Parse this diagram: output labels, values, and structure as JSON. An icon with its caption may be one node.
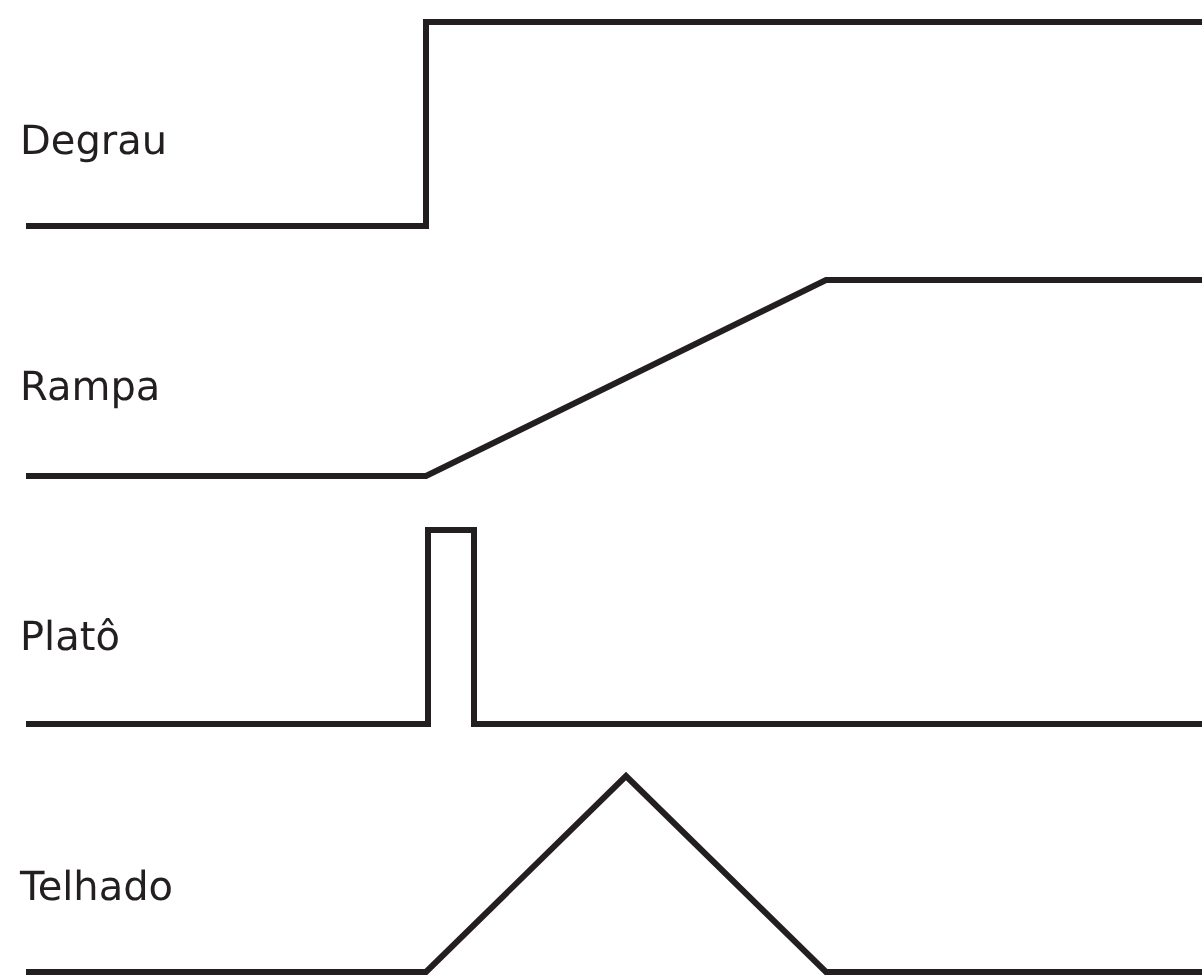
{
  "diagram": {
    "labels": [
      "Degrau",
      "Rampa",
      "Platô",
      "Telhado"
    ]
  }
}
